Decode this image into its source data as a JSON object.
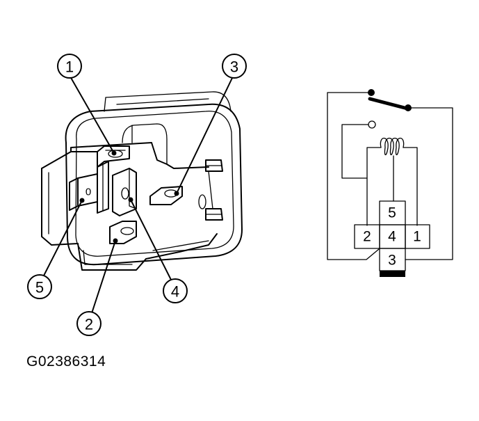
{
  "callouts": {
    "c1": "1",
    "c2": "2",
    "c3": "3",
    "c4": "4",
    "c5": "5"
  },
  "schematic_pins": {
    "p1": "1",
    "p2": "2",
    "p3": "3",
    "p4": "4",
    "p5": "5"
  },
  "terminal_marks": {
    "left": "0"
  },
  "reference_code": "G02386314"
}
